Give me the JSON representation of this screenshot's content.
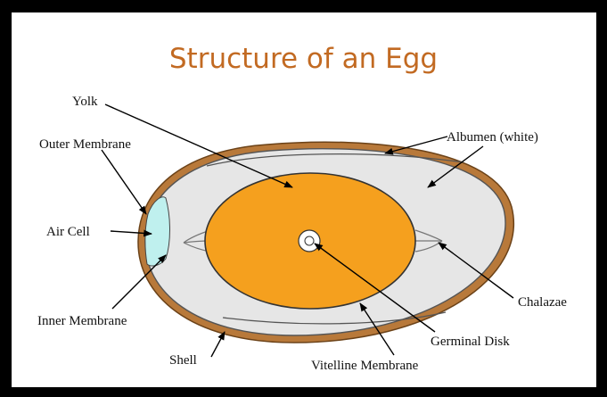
{
  "title": "Structure of an Egg",
  "labels": {
    "yolk": "Yolk",
    "outer_membrane": "Outer Membrane",
    "air_cell": "Air Cell",
    "inner_membrane": "Inner Membrane",
    "shell": "Shell",
    "albumen": "Albumen (white)",
    "chalazae": "Chalazae",
    "germinal_disk": "Germinal Disk",
    "vitelline_membrane": "Vitelline Membrane"
  },
  "colors": {
    "frame": "#000000",
    "title": "#c26a22",
    "shell": "#b8793a",
    "albumen": "#e6e6e6",
    "yolk": "#f5a01e",
    "air_cell": "#bff0ee"
  }
}
